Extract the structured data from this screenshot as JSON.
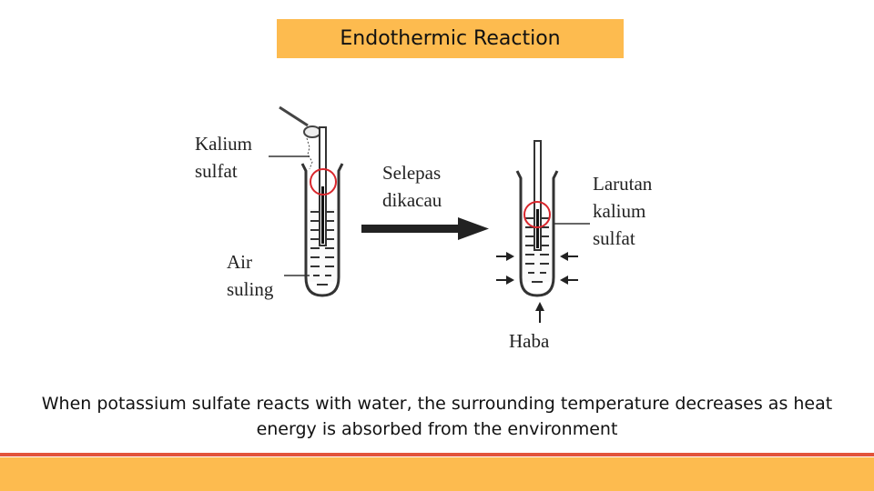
{
  "slide": {
    "title": "Endothermic Reaction",
    "caption_line1": "When potassium sulfate reacts with water, the surrounding temperature decreases as heat",
    "caption_line2": "energy is absorbed from the environment"
  },
  "diagram": {
    "label_kalium_1": "Kalium",
    "label_kalium_2": "sulfat",
    "label_air_1": "Air",
    "label_air_2": "suling",
    "label_selepas_1": "Selepas",
    "label_selepas_2": "dikacau",
    "label_larutan_1": "Larutan",
    "label_larutan_2": "kalium",
    "label_larutan_3": "sulfat",
    "label_haba": "Haba"
  },
  "colors": {
    "accent": "#fdbb4f",
    "footer_line": "#e2533a",
    "highlight_circle": "#d9262c"
  }
}
